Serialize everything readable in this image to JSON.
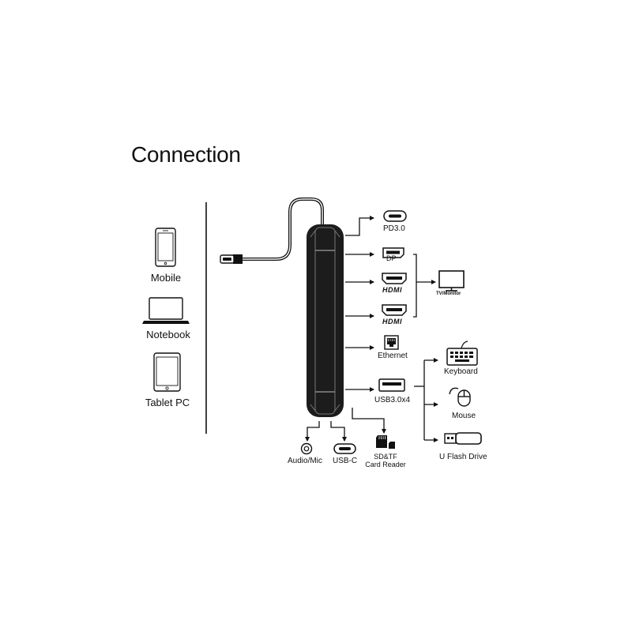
{
  "title": "Connection",
  "hosts": [
    "Mobile",
    "Notebook",
    "Tablet PC"
  ],
  "ports": {
    "pd": "PD3.0",
    "dp": "DP",
    "hdmi": "HDMI",
    "ethernet": "Ethernet",
    "usb": "USB3.0x4",
    "audio": "Audio/Mic",
    "usbc": "USB-C",
    "card_line1": "SD&TF",
    "card_line2": "Card Reader"
  },
  "outputs": {
    "tv": "TV/Monitor",
    "keyboard": "Keyboard",
    "mouse": "Mouse",
    "flash": "U Flash Drive"
  },
  "colors": {
    "line": "#111111",
    "hub": "#1c1c1c"
  }
}
